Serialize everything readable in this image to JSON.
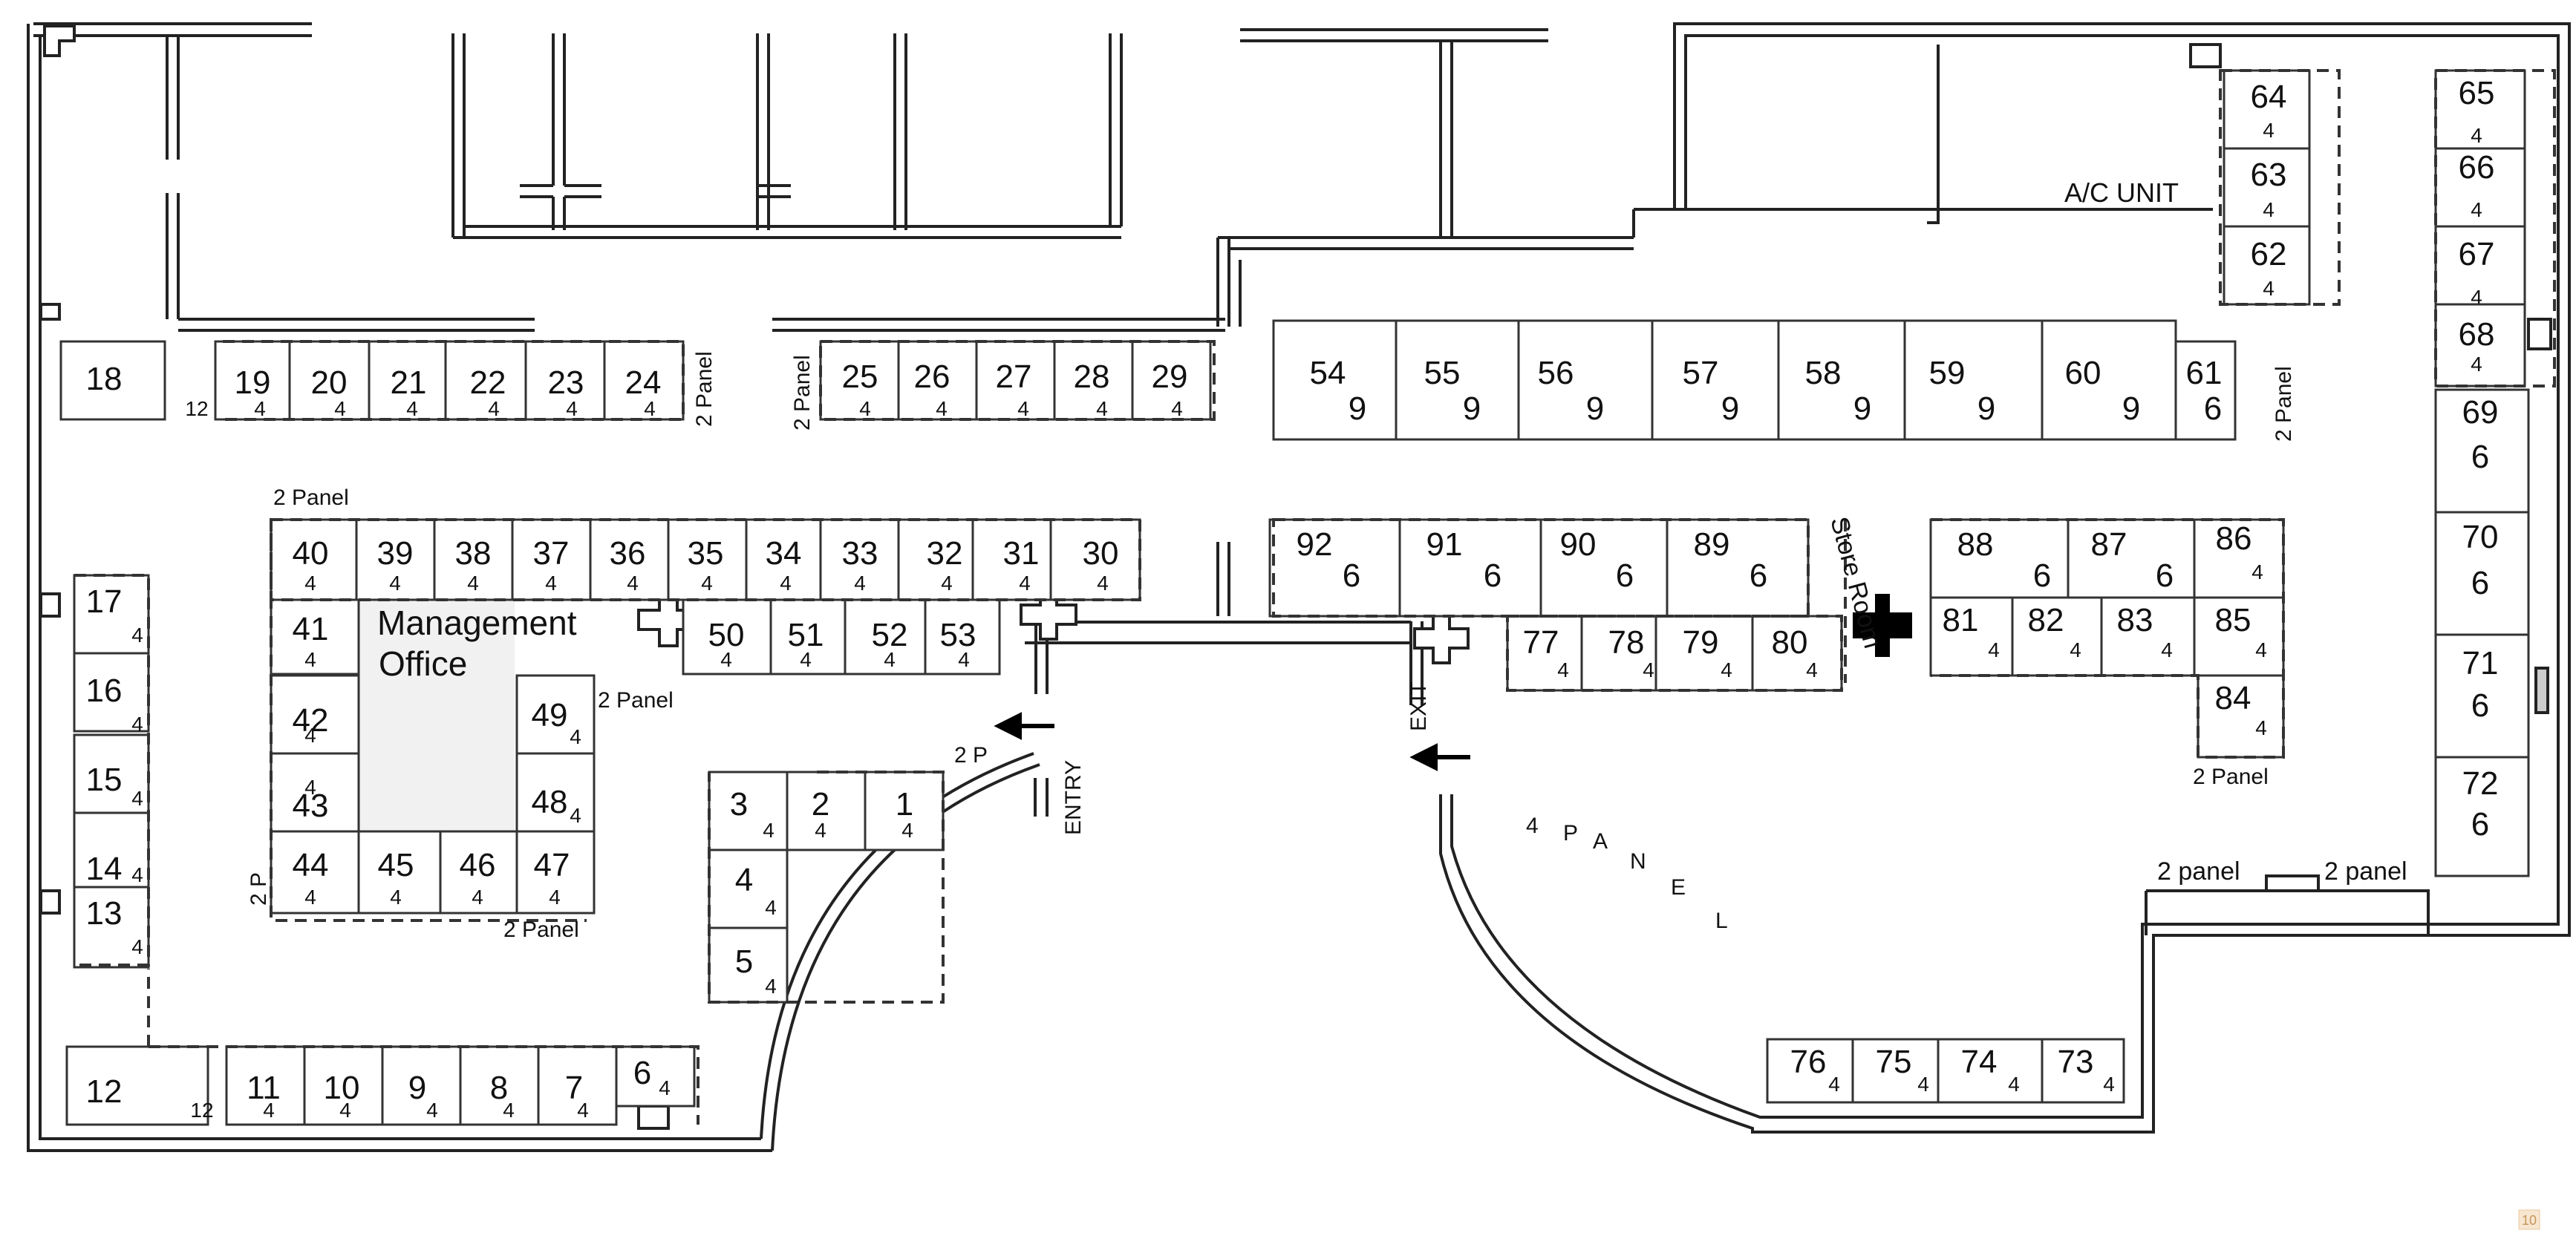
{
  "labels": {
    "management_office_line1": "Management",
    "management_office_line2": "Office",
    "store_room": "Store Room",
    "ac_unit": "A/C UNIT",
    "entry": "ENTRY",
    "exit": "EXIT",
    "two_p_entry": "2 P",
    "two_p_left": "2 P",
    "two_panel_24": "2 Panel",
    "two_panel_25": "2 Panel",
    "two_panel_40": "2 Panel",
    "two_panel_49": "2 Panel",
    "two_panel_47": "2 Panel",
    "two_panel_84": "2 Panel",
    "two_panel_61": "2 Panel",
    "two_panel_right_a": "2 panel",
    "two_panel_right_b": "2 panel",
    "four_panel": [
      "4",
      "P",
      "A",
      "N",
      "E",
      "L"
    ],
    "corner_badge": "10"
  },
  "booths": [
    {
      "id": "18",
      "panels": ""
    },
    {
      "id": "19",
      "panels": "4"
    },
    {
      "id": "20",
      "panels": "4"
    },
    {
      "id": "21",
      "panels": "4"
    },
    {
      "id": "22",
      "panels": "4"
    },
    {
      "id": "23",
      "panels": "4"
    },
    {
      "id": "24",
      "panels": "4"
    },
    {
      "id": "25",
      "panels": "4"
    },
    {
      "id": "26",
      "panels": "4"
    },
    {
      "id": "27",
      "panels": "4"
    },
    {
      "id": "28",
      "panels": "4"
    },
    {
      "id": "29",
      "panels": "4"
    },
    {
      "id": "54",
      "panels": "9"
    },
    {
      "id": "55",
      "panels": "9"
    },
    {
      "id": "56",
      "panels": "9"
    },
    {
      "id": "57",
      "panels": "9"
    },
    {
      "id": "58",
      "panels": "9"
    },
    {
      "id": "59",
      "panels": "9"
    },
    {
      "id": "60",
      "panels": "9"
    },
    {
      "id": "61",
      "panels": "6"
    },
    {
      "id": "64",
      "panels": "4"
    },
    {
      "id": "63",
      "panels": "4"
    },
    {
      "id": "62",
      "panels": "4"
    },
    {
      "id": "65",
      "panels": "4"
    },
    {
      "id": "66",
      "panels": "4"
    },
    {
      "id": "67",
      "panels": "4"
    },
    {
      "id": "68",
      "panels": "4"
    },
    {
      "id": "69",
      "panels": "6"
    },
    {
      "id": "70",
      "panels": "6"
    },
    {
      "id": "71",
      "panels": "6"
    },
    {
      "id": "72",
      "panels": "6"
    },
    {
      "id": "40",
      "panels": "4"
    },
    {
      "id": "39",
      "panels": "4"
    },
    {
      "id": "38",
      "panels": "4"
    },
    {
      "id": "37",
      "panels": "4"
    },
    {
      "id": "36",
      "panels": "4"
    },
    {
      "id": "35",
      "panels": "4"
    },
    {
      "id": "34",
      "panels": "4"
    },
    {
      "id": "33",
      "panels": "4"
    },
    {
      "id": "32",
      "panels": "4"
    },
    {
      "id": "31",
      "panels": "4"
    },
    {
      "id": "30",
      "panels": "4"
    },
    {
      "id": "41",
      "panels": "4"
    },
    {
      "id": "42",
      "panels": "4"
    },
    {
      "id": "43",
      "panels": "4"
    },
    {
      "id": "44",
      "panels": "4"
    },
    {
      "id": "45",
      "panels": "4"
    },
    {
      "id": "46",
      "panels": "4"
    },
    {
      "id": "47",
      "panels": "4"
    },
    {
      "id": "48",
      "panels": "4"
    },
    {
      "id": "49",
      "panels": "4"
    },
    {
      "id": "50",
      "panels": "4"
    },
    {
      "id": "51",
      "panels": "4"
    },
    {
      "id": "52",
      "panels": "4"
    },
    {
      "id": "53",
      "panels": "4"
    },
    {
      "id": "92",
      "panels": "6"
    },
    {
      "id": "91",
      "panels": "6"
    },
    {
      "id": "90",
      "panels": "6"
    },
    {
      "id": "89",
      "panels": "6"
    },
    {
      "id": "88",
      "panels": "6"
    },
    {
      "id": "87",
      "panels": "6"
    },
    {
      "id": "86",
      "panels": "4"
    },
    {
      "id": "77",
      "panels": "4"
    },
    {
      "id": "78",
      "panels": "4"
    },
    {
      "id": "79",
      "panels": "4"
    },
    {
      "id": "80",
      "panels": "4"
    },
    {
      "id": "81",
      "panels": "4"
    },
    {
      "id": "82",
      "panels": "4"
    },
    {
      "id": "83",
      "panels": "4"
    },
    {
      "id": "85",
      "panels": "4"
    },
    {
      "id": "84",
      "panels": "4"
    },
    {
      "id": "17",
      "panels": "4"
    },
    {
      "id": "16",
      "panels": "4"
    },
    {
      "id": "15",
      "panels": "4"
    },
    {
      "id": "14",
      "panels": "4"
    },
    {
      "id": "13",
      "panels": "4"
    },
    {
      "id": "12",
      "panels": "12"
    },
    {
      "id": "11",
      "panels": "4"
    },
    {
      "id": "10",
      "panels": "4"
    },
    {
      "id": "9",
      "panels": "4"
    },
    {
      "id": "8",
      "panels": "4"
    },
    {
      "id": "7",
      "panels": "4"
    },
    {
      "id": "6",
      "panels": "4"
    },
    {
      "id": "3",
      "panels": "4"
    },
    {
      "id": "2",
      "panels": "4"
    },
    {
      "id": "1",
      "panels": "4"
    },
    {
      "id": "4",
      "panels": "4"
    },
    {
      "id": "5",
      "panels": "4"
    },
    {
      "id": "76",
      "panels": "4"
    },
    {
      "id": "75",
      "panels": "4"
    },
    {
      "id": "74",
      "panels": "4"
    },
    {
      "id": "73",
      "panels": "4"
    }
  ],
  "extra_panel_labels": {
    "booth18_side": "12"
  }
}
